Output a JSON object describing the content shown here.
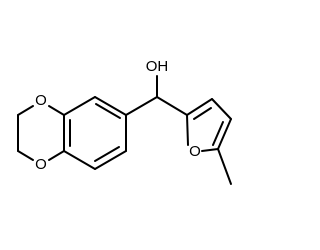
{
  "molecule": {
    "atom_labels": {
      "hydroxyl": "OH",
      "dioxane_o_upper": "O",
      "dioxane_o_lower": "O",
      "furan_o": "O"
    }
  }
}
